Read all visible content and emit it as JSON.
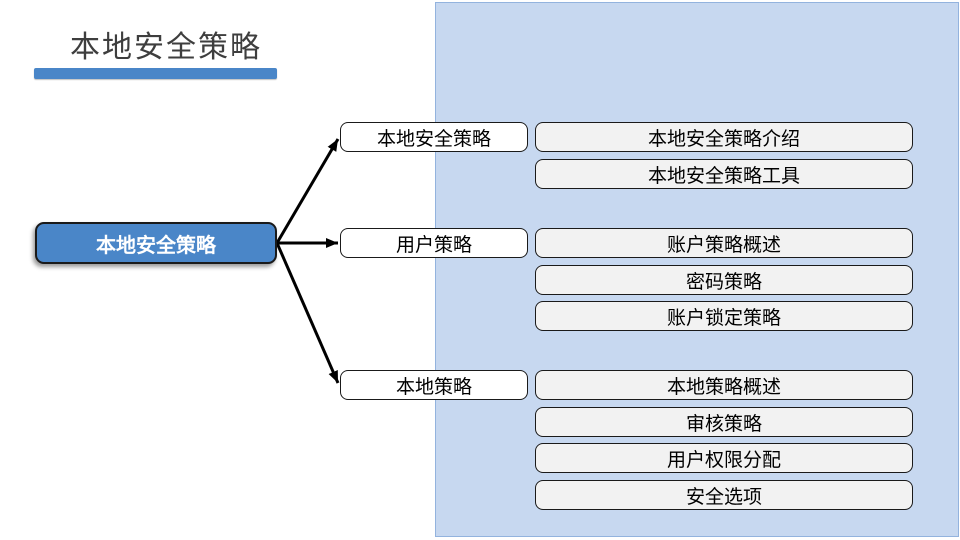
{
  "slide": {
    "title": "本地安全策略"
  },
  "tree": {
    "root": "本地安全策略",
    "branches": [
      {
        "label": "本地安全策略",
        "children": [
          "本地安全策略介绍",
          "本地安全策略工具"
        ]
      },
      {
        "label": "用户策略",
        "children": [
          "账户策略概述",
          "密码策略",
          "账户锁定策略"
        ]
      },
      {
        "label": "本地策略",
        "children": [
          "本地策略概述",
          "审核策略",
          "用户权限分配",
          "安全选项"
        ]
      }
    ]
  },
  "colors": {
    "accent_blue": "#4A86C8",
    "panel_fill": "#C7D8F0",
    "panel_border": "#93B3DE",
    "leaf_fill": "#F2F2F2",
    "node_border": "#1A1A1A",
    "title_text": "#3E3E3E",
    "arrow": "#000000"
  }
}
